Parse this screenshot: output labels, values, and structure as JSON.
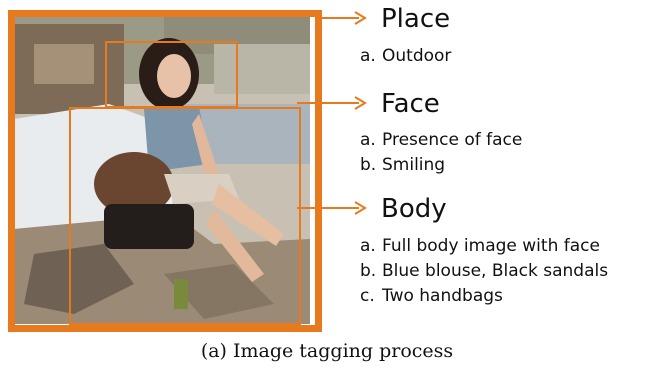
{
  "colors": {
    "accent": "#e87a1e",
    "text": "#111111"
  },
  "photo": {
    "icon": "woman-sitting-on-rocks-photo"
  },
  "tags": [
    {
      "heading": "Place",
      "items": [
        {
          "marker": "a.",
          "text": "Outdoor"
        }
      ]
    },
    {
      "heading": "Face",
      "items": [
        {
          "marker": "a.",
          "text": "Presence of face"
        },
        {
          "marker": "b.",
          "text": "Smiling"
        }
      ]
    },
    {
      "heading": "Body",
      "items": [
        {
          "marker": "a.",
          "text": "Full body image with face"
        },
        {
          "marker": "b.",
          "text": "Blue blouse, Black sandals"
        },
        {
          "marker": "c.",
          "text": "Two handbags"
        }
      ]
    }
  ],
  "caption": "(a) Image tagging process"
}
